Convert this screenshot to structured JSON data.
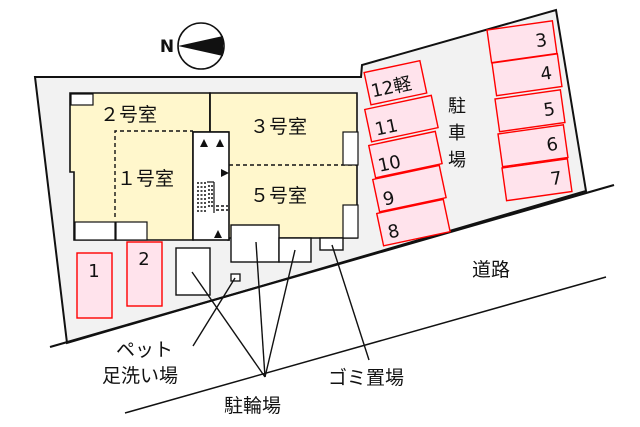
{
  "colors": {
    "lot_fill": "#f2f2f2",
    "building_fill": "#fff7cc",
    "stall_fill": "#ffe3ec",
    "stall_border": "#ff0000",
    "line": "#111111",
    "utility_fill": "#ffffff"
  },
  "compass": {
    "label": "N",
    "icon": "north-arrow-icon"
  },
  "rooms": [
    {
      "id": "room-2",
      "label": "２号室"
    },
    {
      "id": "room-1",
      "label": "１号室"
    },
    {
      "id": "room-3",
      "label": "３号室"
    },
    {
      "id": "room-5",
      "label": "５号室"
    }
  ],
  "parking": {
    "label_chars": [
      "駐",
      "車",
      "場"
    ],
    "left_column": [
      "12軽",
      "11",
      "10",
      "9",
      "8"
    ],
    "right_column": [
      "3",
      "4",
      "5",
      "6",
      "7"
    ],
    "front_stalls": [
      "1",
      "2"
    ]
  },
  "road": {
    "label": "道路"
  },
  "callouts": {
    "pet_wash_line1": "ペット",
    "pet_wash_line2": "足洗い場",
    "bicycle_parking": "駐輪場",
    "garbage": "ゴミ置場"
  }
}
